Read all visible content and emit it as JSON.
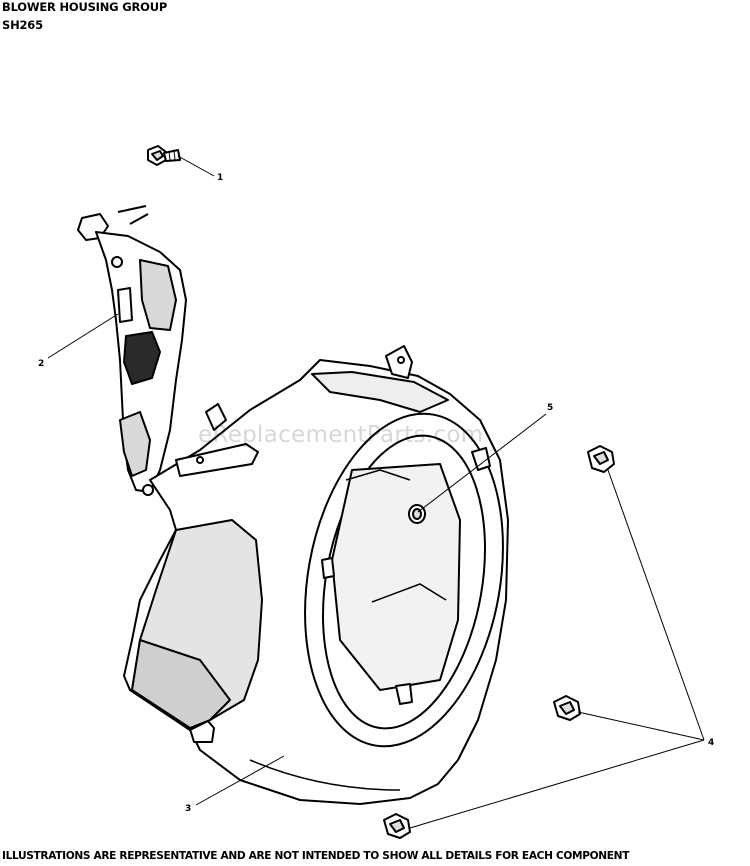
{
  "header": {
    "title": "BLOWER HOUSING GROUP",
    "model": "SH265"
  },
  "footer": {
    "disclaimer": "ILLUSTRATIONS ARE REPRESENTATIVE AND ARE NOT INTENDED TO SHOW ALL DETAILS FOR EACH COMPONENT"
  },
  "watermark": "eReplacementParts.com",
  "callouts": {
    "c1": "1",
    "c2": "2",
    "c3": "3",
    "c4": "4",
    "c5": "5"
  }
}
